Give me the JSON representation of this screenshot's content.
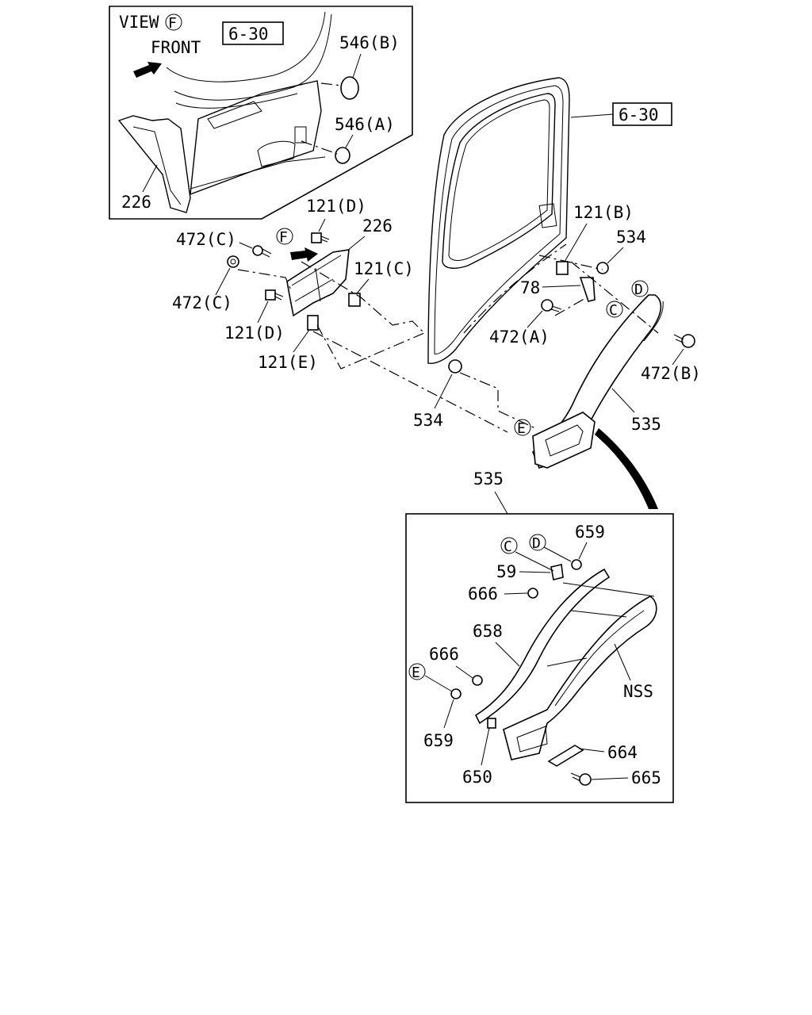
{
  "inset_view": {
    "title": "VIEW",
    "title_circle": "F",
    "front_label": "FRONT",
    "ref_box": "6-30",
    "labels": [
      "546(B)",
      "546(A)",
      "226"
    ]
  },
  "main": {
    "ref_box": "6-30",
    "labels": {
      "l121d_top": "121(D)",
      "l226": "226",
      "l472c_top": "472(C)",
      "lF": "F",
      "l121c": "121(C)",
      "l472c_bot": "472(C)",
      "l121d_bot": "121(D)",
      "l121e": "121(E)",
      "l121b": "121(B)",
      "l534_right": "534",
      "l78": "78",
      "lD": "D",
      "lC": "C",
      "l472a": "472(A)",
      "l472b": "472(B)",
      "l535": "535",
      "l534_bot": "534",
      "lE": "E"
    }
  },
  "detail": {
    "title": "535",
    "labels": {
      "lC": "C",
      "lD": "D",
      "l659_top": "659",
      "l59": "59",
      "l666_top": "666",
      "l658": "658",
      "l666_mid": "666",
      "lE": "E",
      "l659_bot": "659",
      "l650": "650",
      "lNSS": "NSS",
      "l664": "664",
      "l665": "665"
    }
  }
}
